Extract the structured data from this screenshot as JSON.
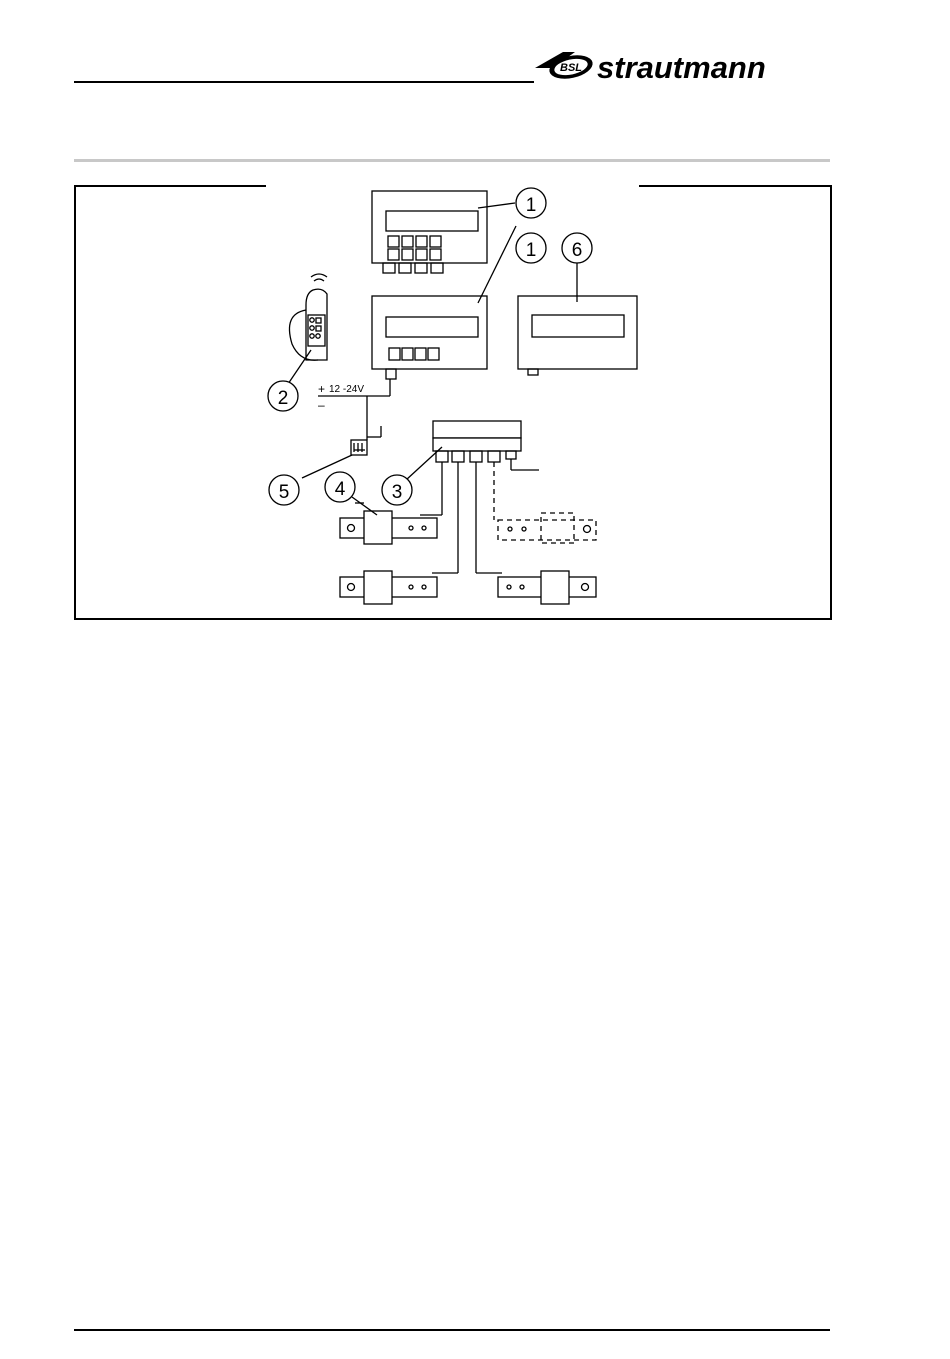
{
  "header": {
    "brand_mark": "BSL",
    "brand_name": "strautmann",
    "brand_color": "#000000"
  },
  "diagram": {
    "callouts": {
      "c1a": "1",
      "c1b": "1",
      "c2": "2",
      "c3": "3",
      "c4": "4",
      "c5": "5",
      "c6": "6"
    },
    "power_plus": "+",
    "power_voltage": "12 -24V",
    "power_minus": "–"
  }
}
